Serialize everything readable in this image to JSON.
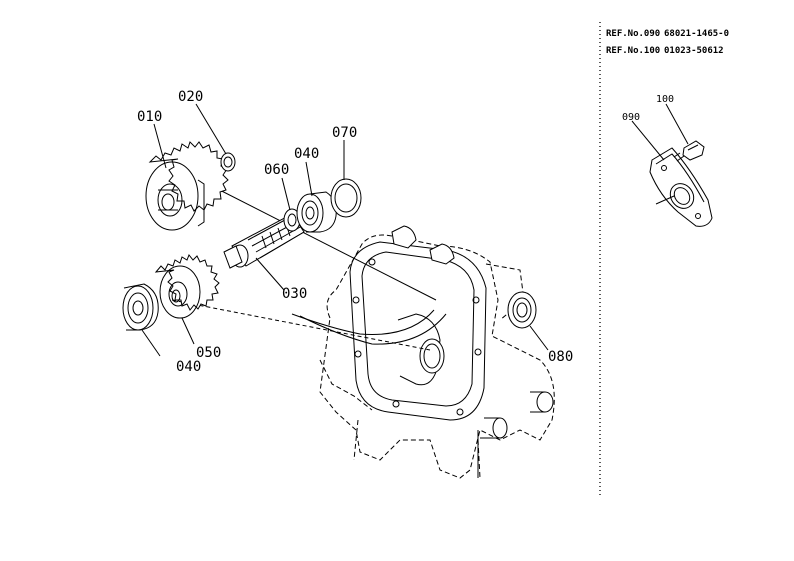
{
  "references": [
    {
      "label": "REF.No.090",
      "part_number": "68021-1465-0"
    },
    {
      "label": "REF.No.100",
      "part_number": "01023-50612"
    }
  ],
  "callouts": {
    "c010": "010",
    "c020": "020",
    "c030": "030",
    "c040_upper": "040",
    "c040_lower": "040",
    "c050": "050",
    "c060": "060",
    "c070": "070",
    "c080": "080",
    "c090": "090",
    "c100": "100"
  }
}
